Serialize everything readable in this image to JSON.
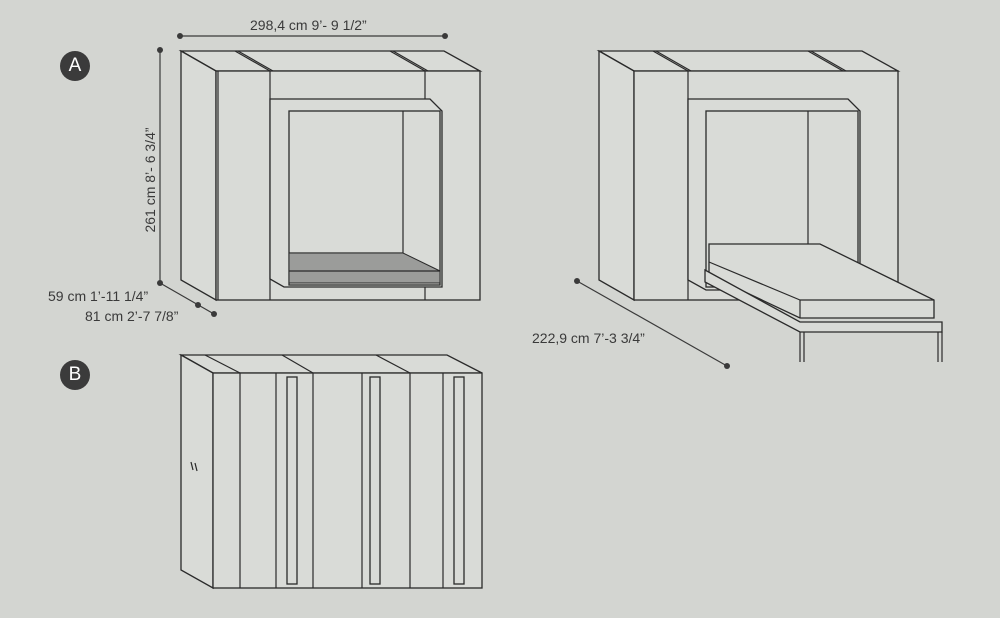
{
  "labels": {
    "a": "A",
    "b": "B"
  },
  "dimensions": {
    "width": "298,4 cm 9’- 9 1/2”",
    "height": "261 cm 8’- 6 3/4”",
    "depth_closed": "59 cm 1’-11 1/4”",
    "depth_total": "81 cm 2’-7 7/8”",
    "bed_open_depth": "222,9 cm 7’-3 3/4”"
  },
  "colors": {
    "background": "#d3d5d1",
    "line": "#2a2a2a",
    "mattress": "#9b9c9a"
  }
}
